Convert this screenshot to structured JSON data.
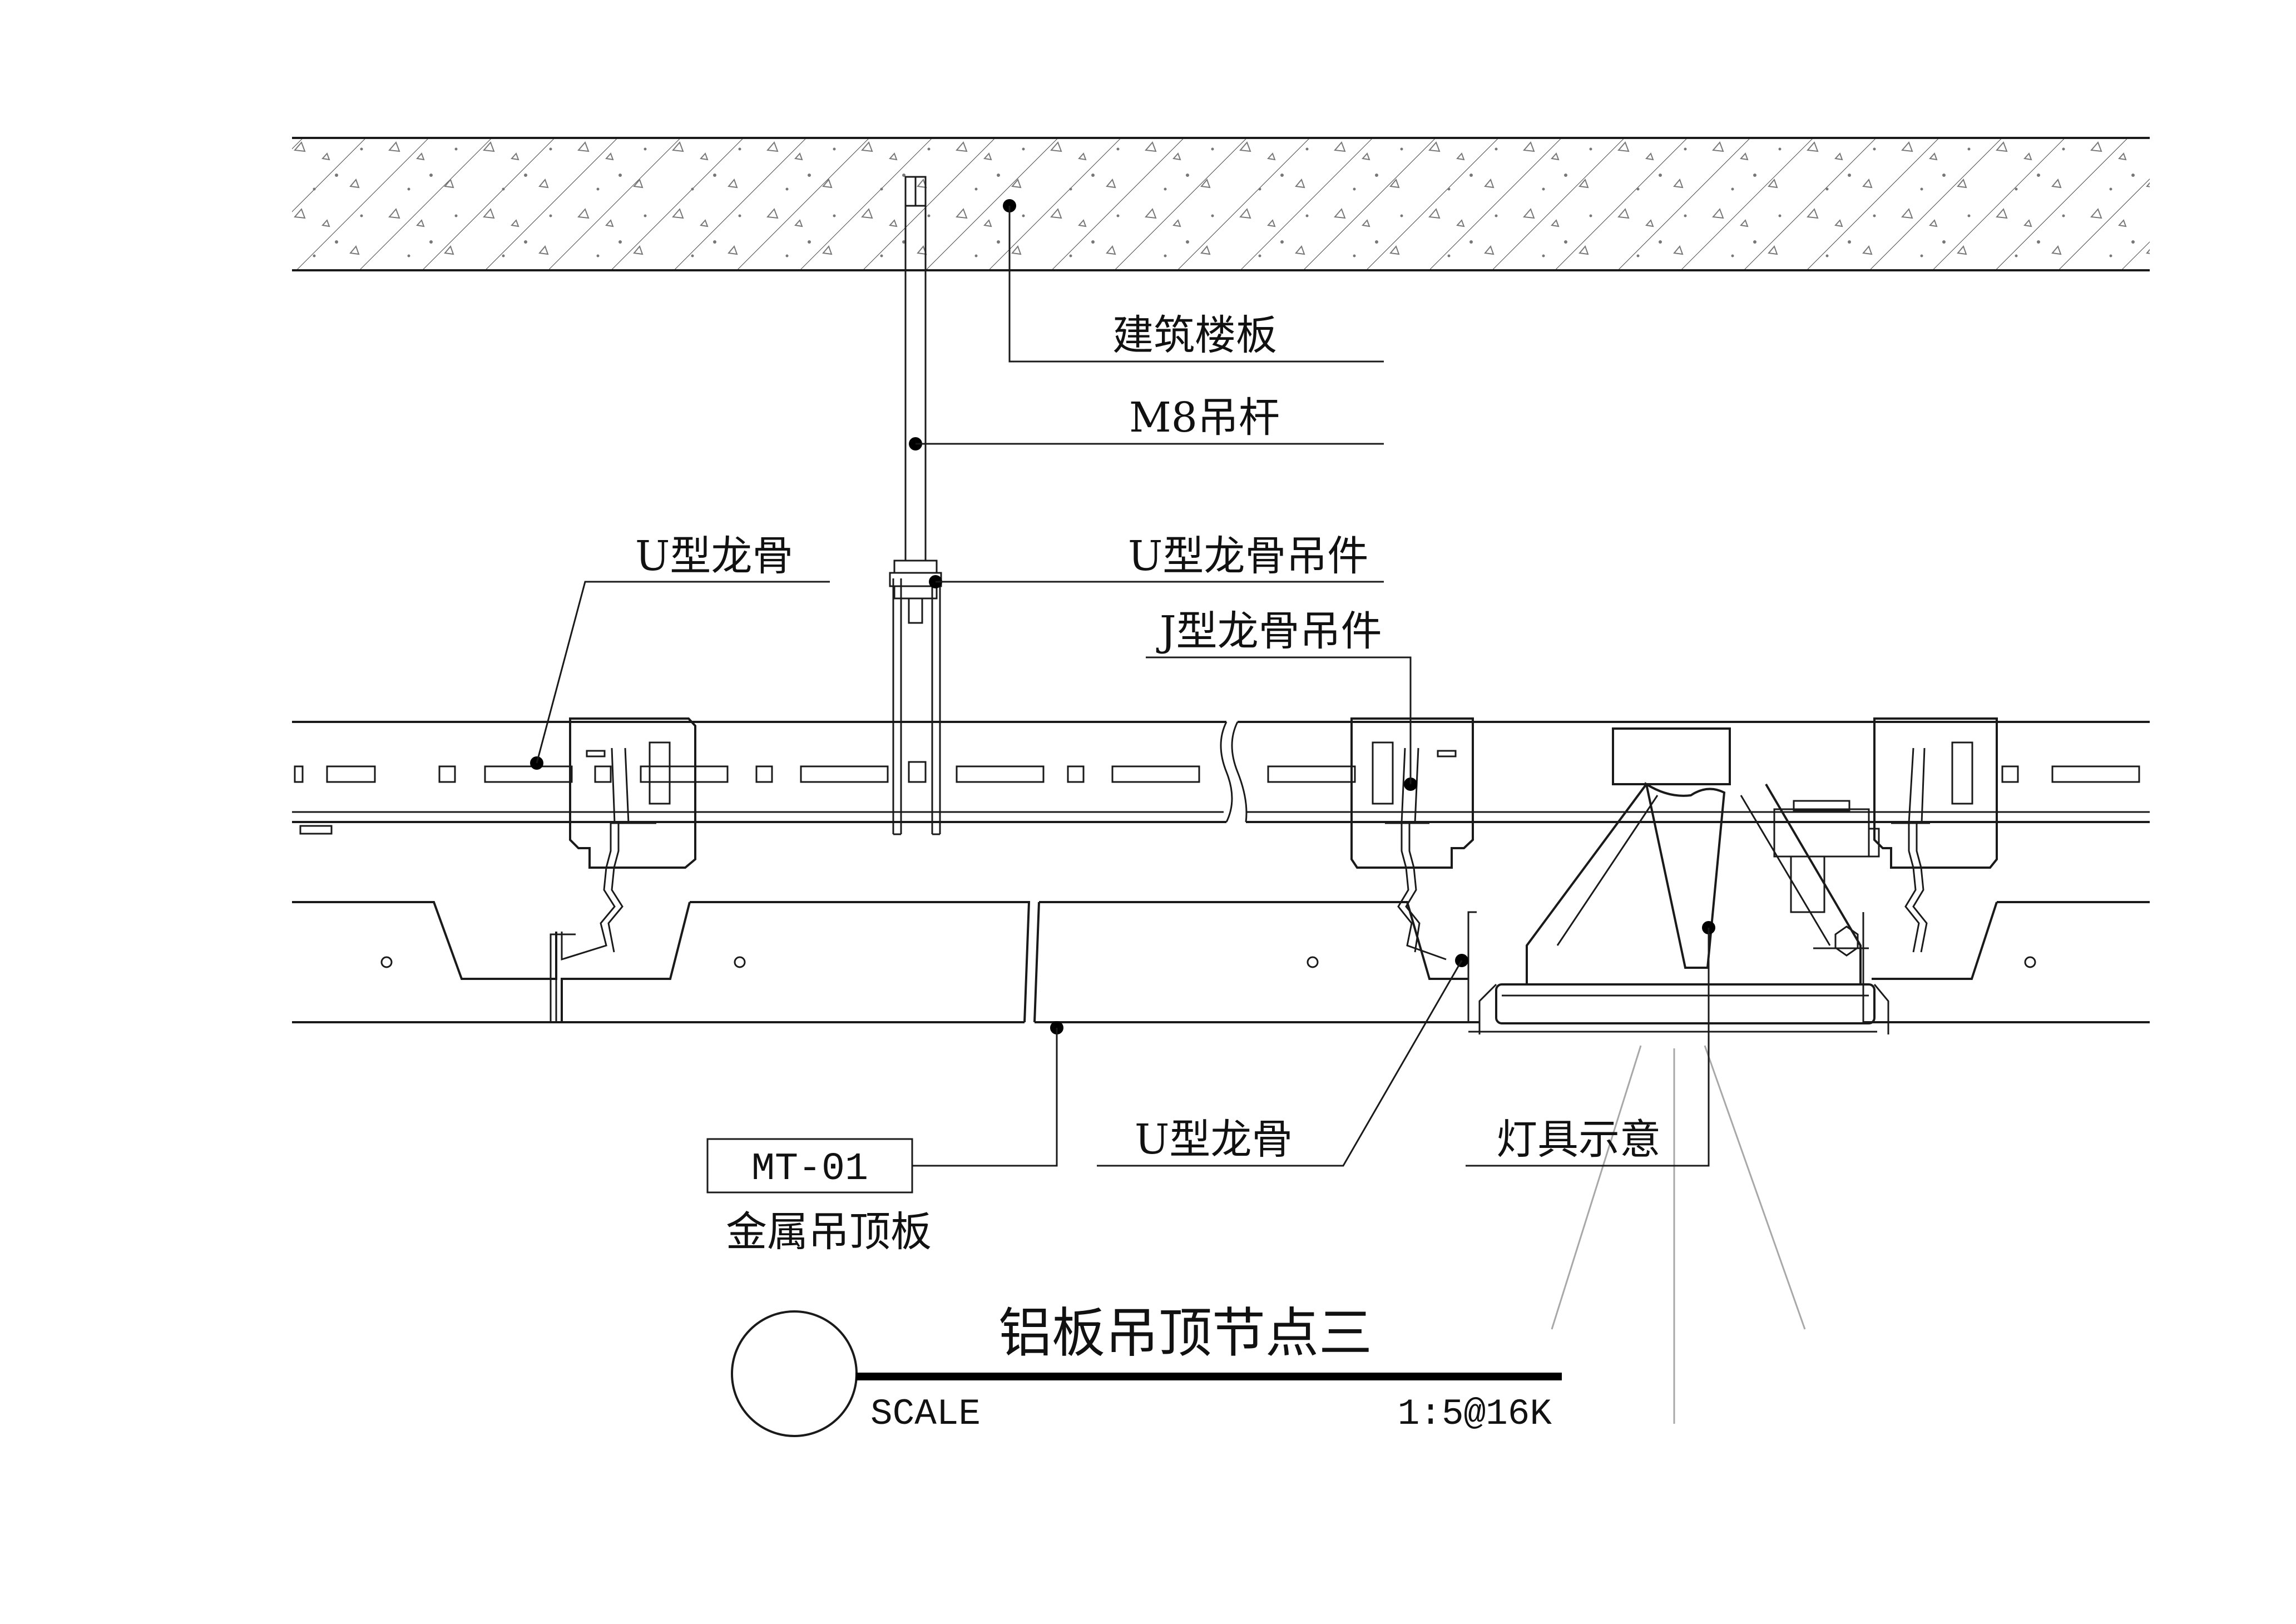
{
  "title": "铝板吊顶节点三",
  "scale": {
    "label": "SCALE",
    "value": "1:5@16K"
  },
  "labels": {
    "slab": "建筑楼板",
    "rod": "M8吊杆",
    "u_keel_left": "U型龙骨",
    "u_hanger": "U型龙骨吊件",
    "j_hanger": "J型龙骨吊件",
    "u_keel_bottom": "U型龙骨",
    "light": "灯具示意",
    "panel_code": "MT-01",
    "panel_name": "金属吊顶板"
  },
  "colors": {
    "line": "#1a1a1a",
    "light_beam": "#a8a8a8",
    "background": "#ffffff"
  }
}
